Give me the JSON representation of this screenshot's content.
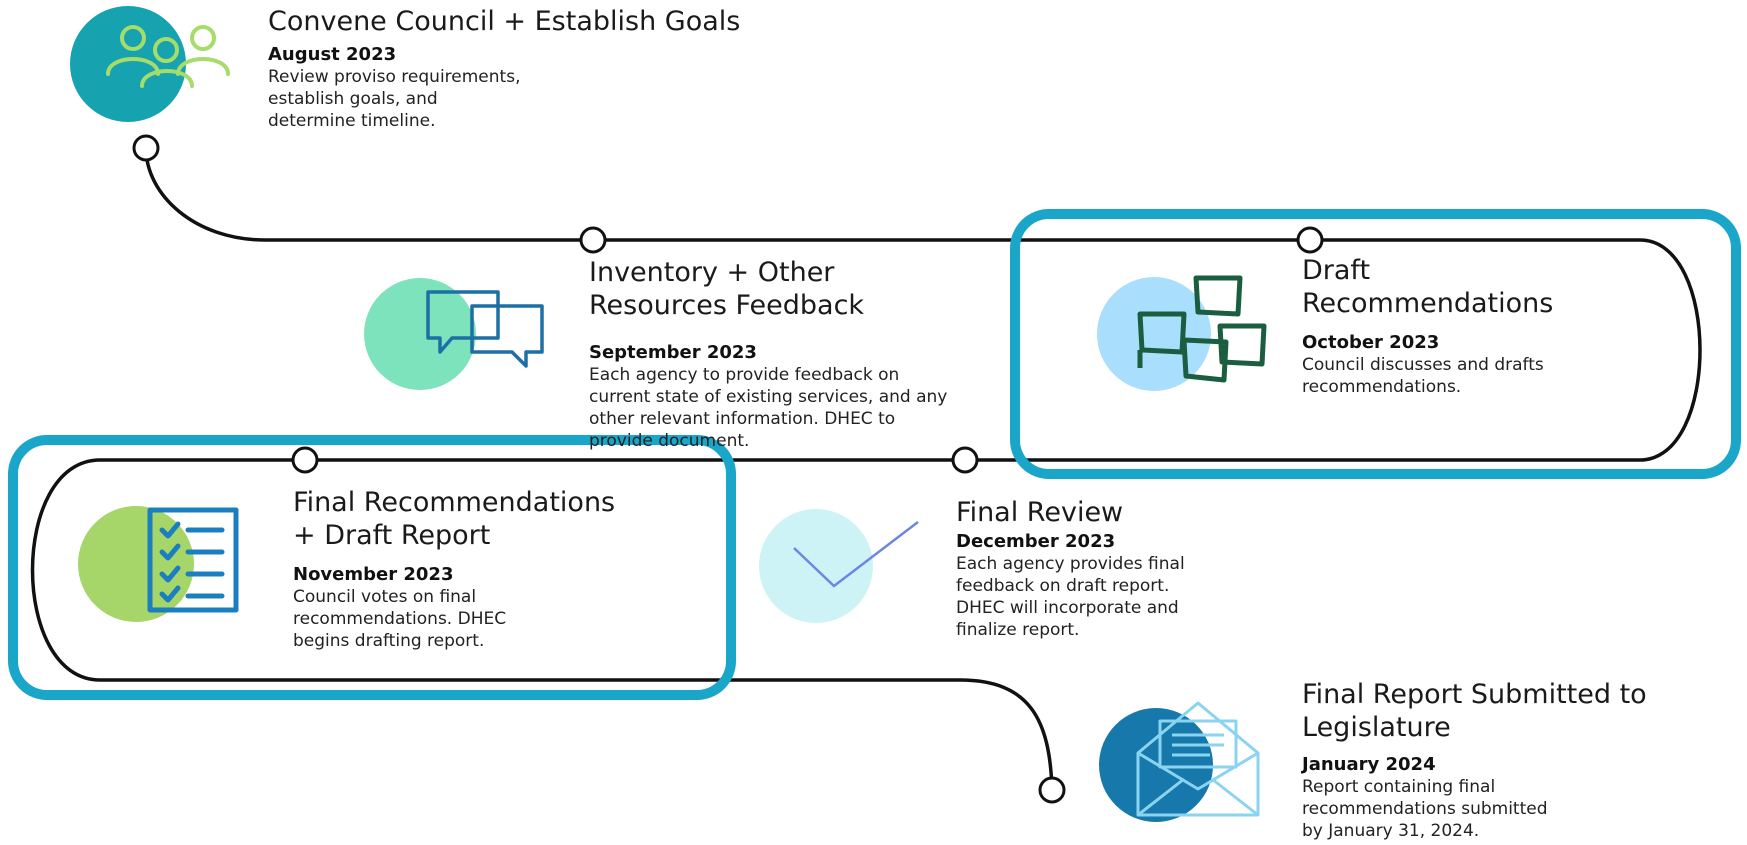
{
  "colors": {
    "path": "#111111",
    "highlight_border": "#1aa6c9",
    "step1_circle": "#17a2b0",
    "step1_people": "#a6dc6a",
    "step2_circle": "#7de3bd",
    "step2_chat": "#1d6fa5",
    "step3_circle": "#a9dffc",
    "step3_notes": "#1b5e3f",
    "step4_circle": "#a6d66a",
    "step4_checklist": "#1b7fbf",
    "step5_circle": "#cdf3f7",
    "step5_check": "#6b87e0",
    "step6_circle": "#1778ac",
    "step6_envelope": "#8ad4f0"
  },
  "steps": [
    {
      "id": "convene",
      "title": "Convene Council + Establish Goals",
      "date": "August 2023",
      "description": "Review proviso requirements,\nestablish goals, and\ndetermine timeline.",
      "icon": "people-icon",
      "highlighted": false
    },
    {
      "id": "inventory",
      "title": "Inventory + Other\nResources Feedback",
      "date": "September 2023",
      "description": "Each agency to provide feedback on\ncurrent state of existing services, and any\nother relevant information. DHEC to\nprovide document.",
      "icon": "chat-bubbles-icon",
      "highlighted": false
    },
    {
      "id": "draft-recommendations",
      "title": "Draft\nRecommendations",
      "date": "October 2023",
      "description": "Council discusses and drafts\nrecommendations.",
      "icon": "sticky-notes-icon",
      "highlighted": true
    },
    {
      "id": "final-recommendations",
      "title": "Final Recommendations\n+ Draft Report",
      "date": "November 2023",
      "description": "Council votes on final\nrecommendations. DHEC\nbegins drafting report.",
      "icon": "checklist-icon",
      "highlighted": true
    },
    {
      "id": "final-review",
      "title": "Final Review",
      "date": "December 2023",
      "description": "Each agency provides final\nfeedback on draft report.\nDHEC will incorporate and\nfinalize report.",
      "icon": "checkmark-icon",
      "highlighted": false
    },
    {
      "id": "final-report",
      "title": "Final Report Submitted to\nLegislature",
      "date": "January 2024",
      "description": "Report containing final\nrecommendations submitted\nby January 31, 2024.",
      "icon": "envelope-icon",
      "highlighted": false
    }
  ]
}
